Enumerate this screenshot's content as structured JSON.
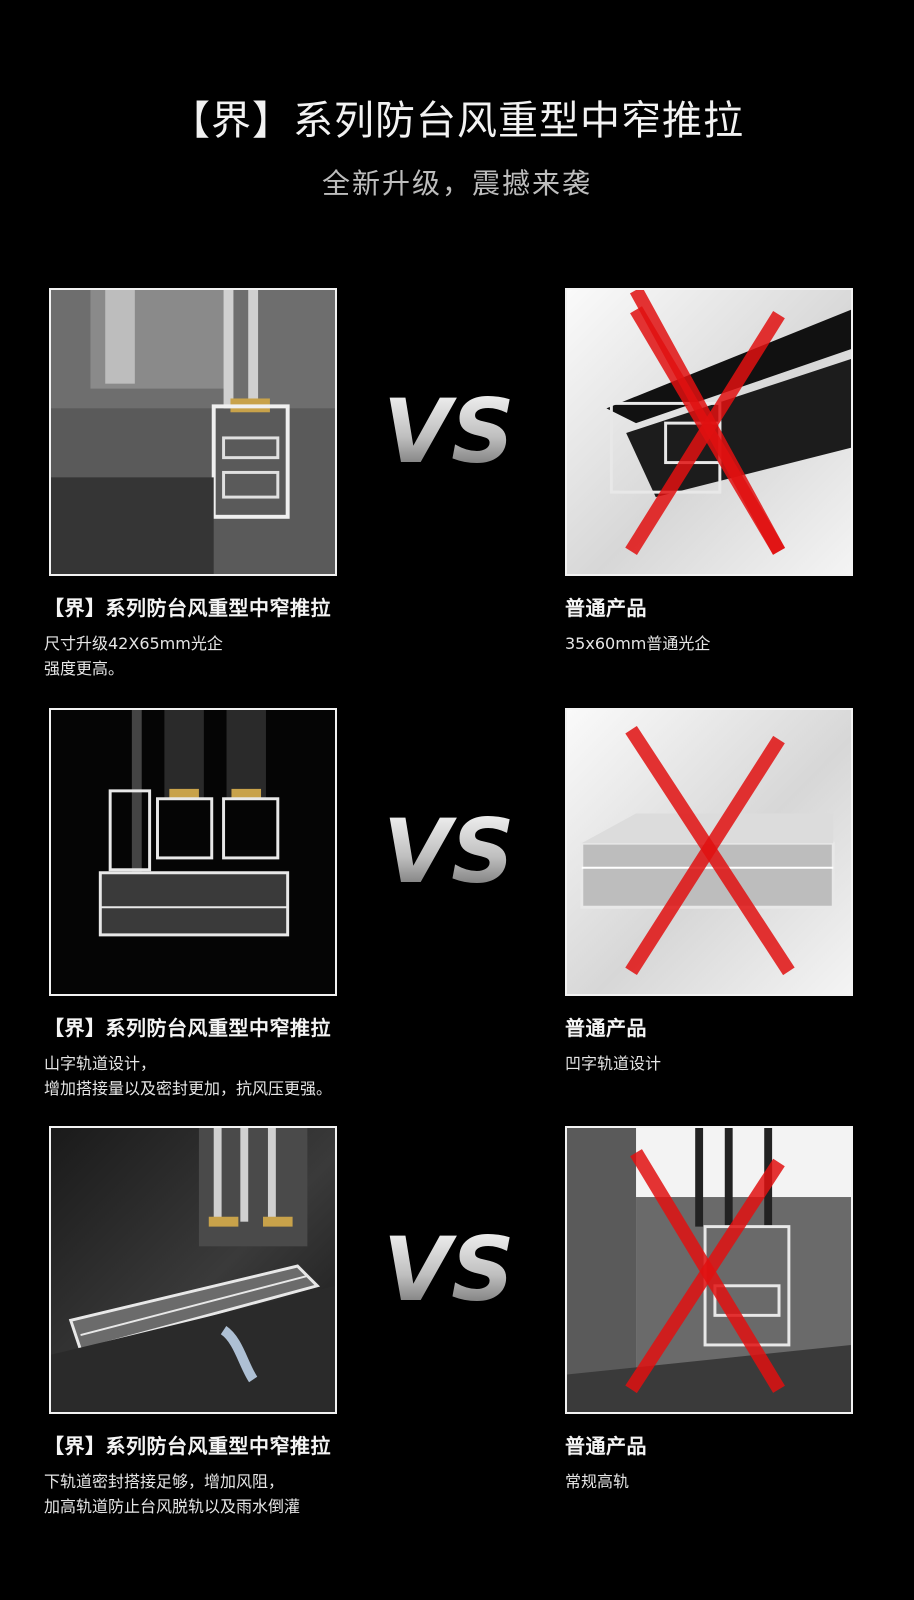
{
  "header": {
    "title": "【界】系列防台风重型中窄推拉",
    "subtitle": "全新升级，震撼来袭"
  },
  "vs_text": "VS",
  "comparisons": [
    {
      "left": {
        "label": "【界】系列防台风重型中窄推拉",
        "desc_lines": [
          "尺寸升级42X65mm光企",
          "强度更高。"
        ]
      },
      "right": {
        "label": "普通产品",
        "desc_lines": [
          "35x60mm普通光企"
        ]
      }
    },
    {
      "left": {
        "label": "【界】系列防台风重型中窄推拉",
        "desc_lines": [
          "山字轨道设计，",
          "增加搭接量以及密封更加，抗风压更强。"
        ]
      },
      "right": {
        "label": "普通产品",
        "desc_lines": [
          "凹字轨道设计"
        ]
      }
    },
    {
      "left": {
        "label": "【界】系列防台风重型中窄推拉",
        "desc_lines": [
          "下轨道密封搭接足够，增加风阻，",
          "加高轨道防止台风脱轨以及雨水倒灌"
        ]
      },
      "right": {
        "label": "普通产品",
        "desc_lines": [
          "常规高轨"
        ]
      }
    }
  ],
  "colors": {
    "background": "#000000",
    "cross": "#e01010",
    "frame": "#f2f2f2"
  }
}
